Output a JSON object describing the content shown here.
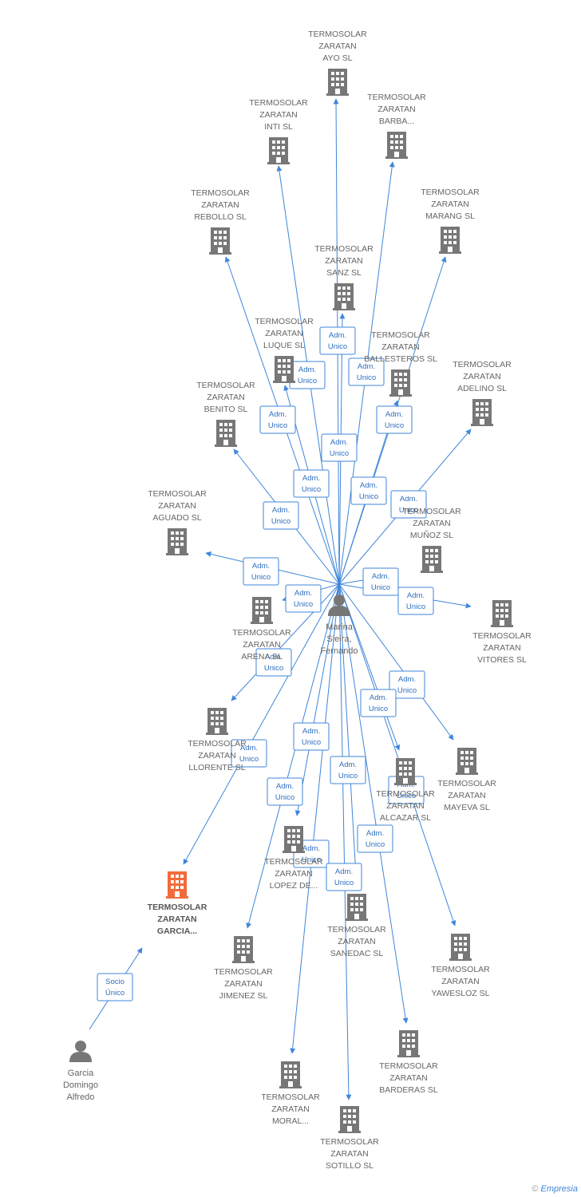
{
  "colors": {
    "edge": "#3f86d9",
    "company": "#777777",
    "highlight": "#f26b3a",
    "person": "#777777"
  },
  "center_person": {
    "label_lines": [
      "Marina",
      "Sieira,",
      "Fernando"
    ]
  },
  "other_person": {
    "label_lines": [
      "Garcia",
      "Domingo",
      "Alfredo"
    ]
  },
  "highlight_company": {
    "label_lines": [
      "TERMOSOLAR",
      "ZARATAN",
      "GARCIA..."
    ]
  },
  "companies": [
    {
      "id": "ayo",
      "label_lines": [
        "TERMOSOLAR",
        "ZARATAN",
        "AYO SL"
      ]
    },
    {
      "id": "inti",
      "label_lines": [
        "TERMOSOLAR",
        "ZARATAN",
        "INTI SL"
      ]
    },
    {
      "id": "barba",
      "label_lines": [
        "TERMOSOLAR",
        "ZARATAN",
        "BARBA..."
      ]
    },
    {
      "id": "rebollo",
      "label_lines": [
        "TERMOSOLAR",
        "ZARATAN",
        "REBOLLO SL"
      ]
    },
    {
      "id": "marang",
      "label_lines": [
        "TERMOSOLAR",
        "ZARATAN",
        "MARANG SL"
      ]
    },
    {
      "id": "sanz",
      "label_lines": [
        "TERMOSOLAR",
        "ZARATAN",
        "SANZ SL"
      ]
    },
    {
      "id": "luque",
      "label_lines": [
        "TERMOSOLAR",
        "ZARATAN",
        "LUQUE SL"
      ]
    },
    {
      "id": "ballesteros",
      "label_lines": [
        "TERMOSOLAR",
        "ZARATAN",
        "BALLESTEROS SL"
      ]
    },
    {
      "id": "adelino",
      "label_lines": [
        "TERMOSOLAR",
        "ZARATAN",
        "ADELINO SL"
      ]
    },
    {
      "id": "benito",
      "label_lines": [
        "TERMOSOLAR",
        "ZARATAN",
        "BENITO SL"
      ]
    },
    {
      "id": "aguado",
      "label_lines": [
        "TERMOSOLAR",
        "ZARATAN",
        "AGUADO SL"
      ]
    },
    {
      "id": "munoz",
      "label_lines": [
        "TERMOSOLAR",
        "ZARATAN",
        "MUÑOZ SL"
      ]
    },
    {
      "id": "arena",
      "label_lines": [
        "TERMOSOLAR",
        "ZARATAN",
        "ARENA SL"
      ]
    },
    {
      "id": "vitores",
      "label_lines": [
        "TERMOSOLAR",
        "ZARATAN",
        "VITORES SL"
      ]
    },
    {
      "id": "llorente",
      "label_lines": [
        "TERMOSOLAR",
        "ZARATAN",
        "LLORENTE SL"
      ]
    },
    {
      "id": "mayeva",
      "label_lines": [
        "TERMOSOLAR",
        "ZARATAN",
        "MAYEVA SL"
      ]
    },
    {
      "id": "alcazar",
      "label_lines": [
        "TERMOSOLAR",
        "ZARATAN",
        "ALCAZAR SL"
      ]
    },
    {
      "id": "lopez",
      "label_lines": [
        "TERMOSOLAR",
        "ZARATAN",
        "LOPEZ DE..."
      ]
    },
    {
      "id": "sanedac",
      "label_lines": [
        "TERMOSOLAR",
        "ZARATAN",
        "SANEDAC SL"
      ]
    },
    {
      "id": "jimenez",
      "label_lines": [
        "TERMOSOLAR",
        "ZARATAN",
        "JIMENEZ SL"
      ]
    },
    {
      "id": "yawesloz",
      "label_lines": [
        "TERMOSOLAR",
        "ZARATAN",
        "YAWESLOZ SL"
      ]
    },
    {
      "id": "barderas",
      "label_lines": [
        "TERMOSOLAR",
        "ZARATAN",
        "BARDERAS SL"
      ]
    },
    {
      "id": "moral",
      "label_lines": [
        "TERMOSOLAR",
        "ZARATAN",
        "MORAL..."
      ]
    },
    {
      "id": "sotillo",
      "label_lines": [
        "TERMOSOLAR",
        "ZARATAN",
        "SOTILLO SL"
      ]
    }
  ],
  "edge_labels": {
    "adm_unico": [
      "Adm.",
      "Unico"
    ],
    "socio_unico": [
      "Socio",
      "Único"
    ]
  },
  "footer": {
    "copyright": "©",
    "brand": "Empresia"
  }
}
